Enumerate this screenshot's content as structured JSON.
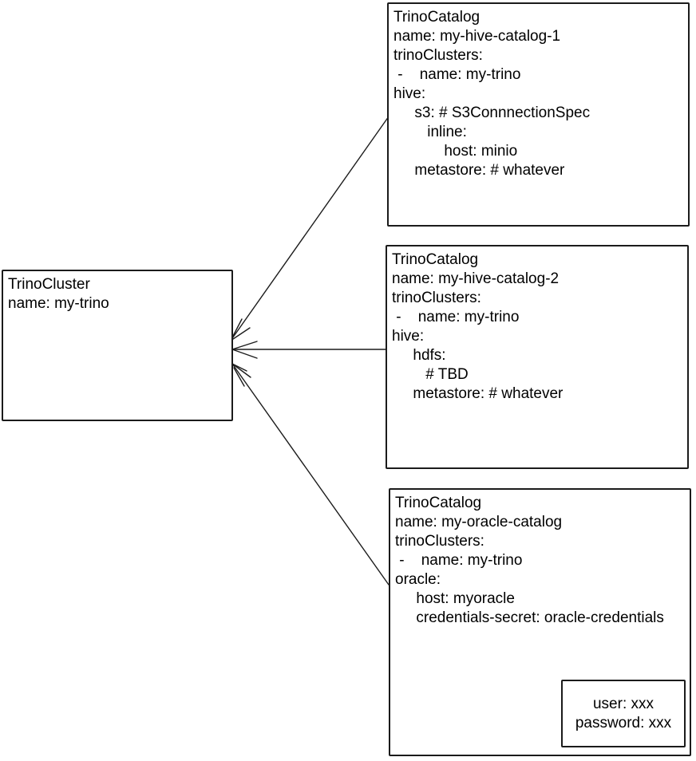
{
  "nodes": {
    "cluster": {
      "kind": "TrinoCluster",
      "lines": [
        "TrinoCluster",
        "name: my-trino"
      ]
    },
    "catalog1": {
      "kind": "TrinoCatalog",
      "lines": [
        "TrinoCatalog",
        "name: my-hive-catalog-1",
        "trinoClusters:",
        " -    name: my-trino",
        "hive:",
        "     s3: # S3ConnnectionSpec",
        "        inline:",
        "            host: minio",
        "     metastore: # whatever"
      ]
    },
    "catalog2": {
      "kind": "TrinoCatalog",
      "lines": [
        "TrinoCatalog",
        "name: my-hive-catalog-2",
        "trinoClusters:",
        " -    name: my-trino",
        "hive:",
        "     hdfs:",
        "        # TBD",
        "     metastore: # whatever"
      ]
    },
    "catalog3": {
      "kind": "TrinoCatalog",
      "lines": [
        "TrinoCatalog",
        "name: my-oracle-catalog",
        "trinoClusters:",
        " -    name: my-trino",
        "oracle:",
        "     host: myoracle",
        "     credentials-secret: oracle-credentials"
      ]
    },
    "secret": {
      "kind": "Secret",
      "lines": [
        "user: xxx",
        "password: xxx"
      ]
    }
  },
  "edges": [
    {
      "from": "catalog1",
      "to": "cluster",
      "style": "arrow"
    },
    {
      "from": "catalog2",
      "to": "cluster",
      "style": "arrow"
    },
    {
      "from": "catalog3",
      "to": "cluster",
      "style": "arrow"
    },
    {
      "from": "catalog3-credentials-secret",
      "to": "secret",
      "style": "arrow"
    }
  ],
  "colors": {
    "stroke": "#1b1b1b",
    "background": "#ffffff",
    "text": "#000000"
  }
}
